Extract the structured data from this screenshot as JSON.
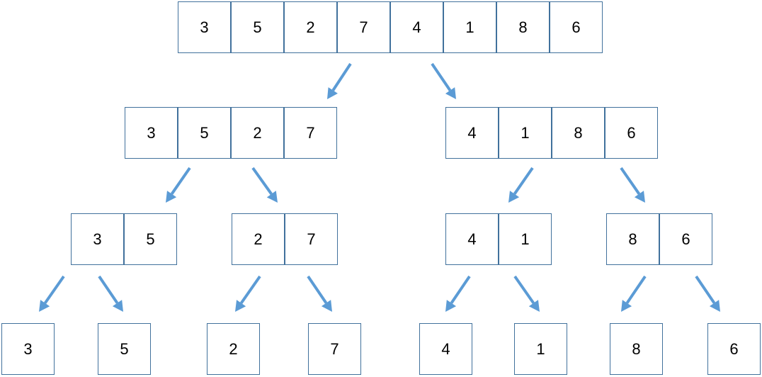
{
  "diagram": {
    "type": "merge-sort-split-tree",
    "colors": {
      "box_border": "#41719c",
      "arrow": "#5b9bd5",
      "text": "#000000",
      "background": "#ffffff"
    },
    "levels": [
      {
        "groups": [
          {
            "values": [
              "3",
              "5",
              "2",
              "7",
              "4",
              "1",
              "8",
              "6"
            ]
          }
        ]
      },
      {
        "groups": [
          {
            "values": [
              "3",
              "5",
              "2",
              "7"
            ]
          },
          {
            "values": [
              "4",
              "1",
              "8",
              "6"
            ]
          }
        ]
      },
      {
        "groups": [
          {
            "values": [
              "3",
              "5"
            ]
          },
          {
            "values": [
              "2",
              "7"
            ]
          },
          {
            "values": [
              "4",
              "1"
            ]
          },
          {
            "values": [
              "8",
              "6"
            ]
          }
        ]
      },
      {
        "groups": [
          {
            "values": [
              "3"
            ]
          },
          {
            "values": [
              "5"
            ]
          },
          {
            "values": [
              "2"
            ]
          },
          {
            "values": [
              "7"
            ]
          },
          {
            "values": [
              "4"
            ]
          },
          {
            "values": [
              "1"
            ]
          },
          {
            "values": [
              "8"
            ]
          },
          {
            "values": [
              "6"
            ]
          }
        ]
      }
    ]
  }
}
